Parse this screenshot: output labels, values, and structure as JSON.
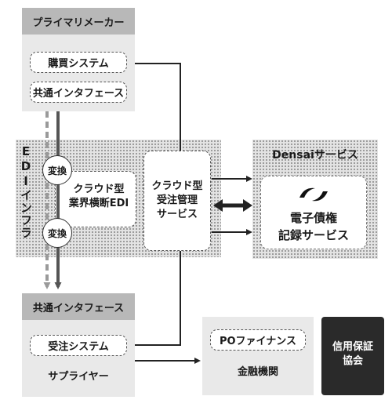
{
  "primary_maker": {
    "header": "プライマリメーカー",
    "purchasing_system": "購買システム",
    "common_interface": "共通インタフェース"
  },
  "edi_infra": {
    "vertical_label": "EDIインフラ",
    "convert_top": "変換",
    "convert_bottom": "変換",
    "cloud_edi": [
      "クラウド型",
      "業界横断EDI"
    ]
  },
  "order_service": [
    "クラウド型",
    "受注管理",
    "サービス"
  ],
  "densai": {
    "header": "Densaiサービス",
    "logo_icon": "densai-logo-icon",
    "record_service": [
      "電子債権",
      "記録サービス"
    ]
  },
  "supplier": {
    "header": "共通インタフェース",
    "order_system": "受注システム",
    "footer": "サプライヤー"
  },
  "finance": {
    "po_finance": "POファイナンス",
    "label": "金融機関"
  },
  "credit_guarantee": [
    "信用保証",
    "協会"
  ]
}
